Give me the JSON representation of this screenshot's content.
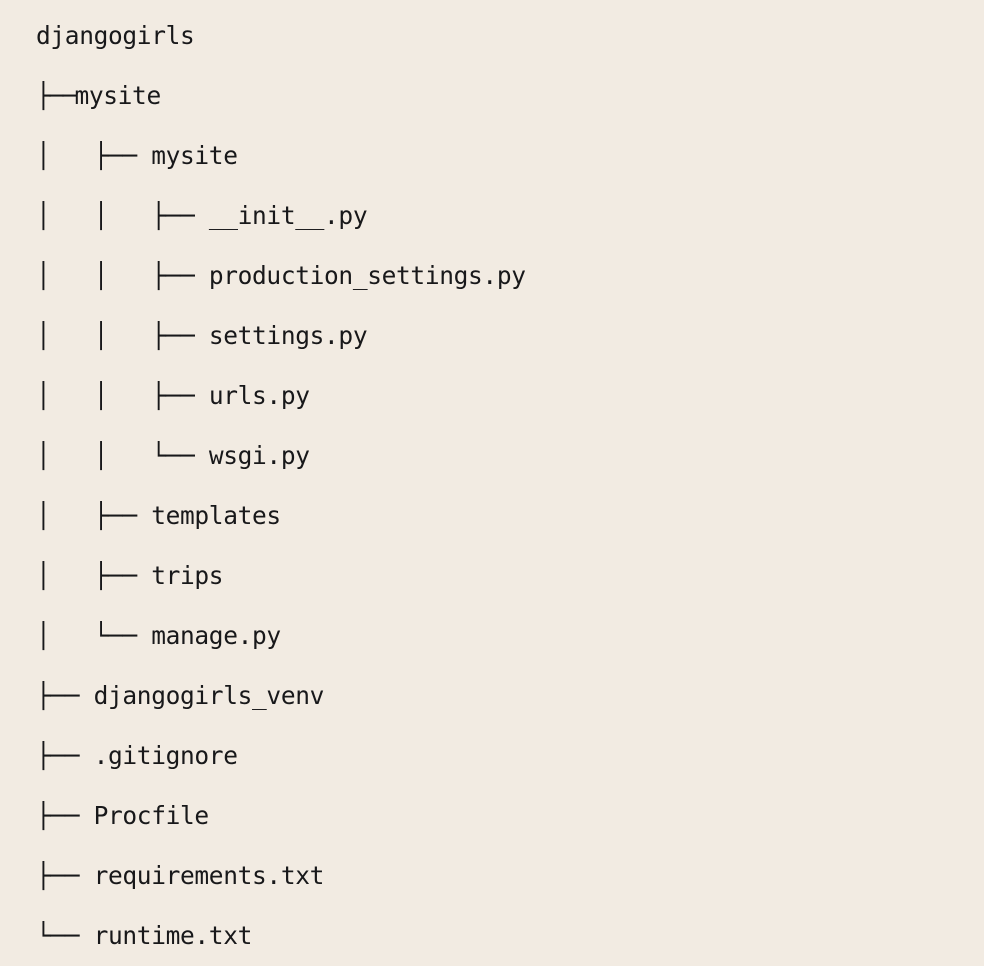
{
  "document": {
    "kind": "directory-tree",
    "root_name": "djangogirls",
    "background_color": "#f2ebe2",
    "text_color": "#18181a",
    "indent_unit": "    "
  },
  "tree": {
    "lines": [
      {
        "branch": "",
        "label": "djangogirls",
        "depth": 0,
        "kind": "directory",
        "last": false,
        "tight": false
      },
      {
        "branch": "├──",
        "label": "mysite",
        "depth": 1,
        "kind": "directory",
        "last": false,
        "tight": true
      },
      {
        "branch": "│   ├── ",
        "label": "mysite",
        "depth": 2,
        "kind": "directory",
        "last": false,
        "tight": false
      },
      {
        "branch": "│   │   ├── ",
        "label": "__init__.py",
        "depth": 3,
        "kind": "file",
        "last": false,
        "tight": false
      },
      {
        "branch": "│   │   ├── ",
        "label": "production_settings.py",
        "depth": 3,
        "kind": "file",
        "last": false,
        "tight": false
      },
      {
        "branch": "│   │   ├── ",
        "label": "settings.py",
        "depth": 3,
        "kind": "file",
        "last": false,
        "tight": false
      },
      {
        "branch": "│   │   ├── ",
        "label": "urls.py",
        "depth": 3,
        "kind": "file",
        "last": false,
        "tight": false
      },
      {
        "branch": "│   │   └── ",
        "label": "wsgi.py",
        "depth": 3,
        "kind": "file",
        "last": true,
        "tight": false
      },
      {
        "branch": "│   ├── ",
        "label": "templates",
        "depth": 2,
        "kind": "directory",
        "last": false,
        "tight": false
      },
      {
        "branch": "│   ├── ",
        "label": "trips",
        "depth": 2,
        "kind": "directory",
        "last": false,
        "tight": false
      },
      {
        "branch": "│   └── ",
        "label": "manage.py",
        "depth": 2,
        "kind": "file",
        "last": true,
        "tight": false
      },
      {
        "branch": "├── ",
        "label": "djangogirls_venv",
        "depth": 1,
        "kind": "directory",
        "last": false,
        "tight": false
      },
      {
        "branch": "├── ",
        "label": ".gitignore",
        "depth": 1,
        "kind": "file",
        "last": false,
        "tight": false
      },
      {
        "branch": "├── ",
        "label": "Procfile",
        "depth": 1,
        "kind": "file",
        "last": false,
        "tight": false
      },
      {
        "branch": "├── ",
        "label": "requirements.txt",
        "depth": 1,
        "kind": "file",
        "last": false,
        "tight": false
      },
      {
        "branch": "└── ",
        "label": "runtime.txt",
        "depth": 1,
        "kind": "file",
        "last": true,
        "tight": false
      }
    ]
  }
}
